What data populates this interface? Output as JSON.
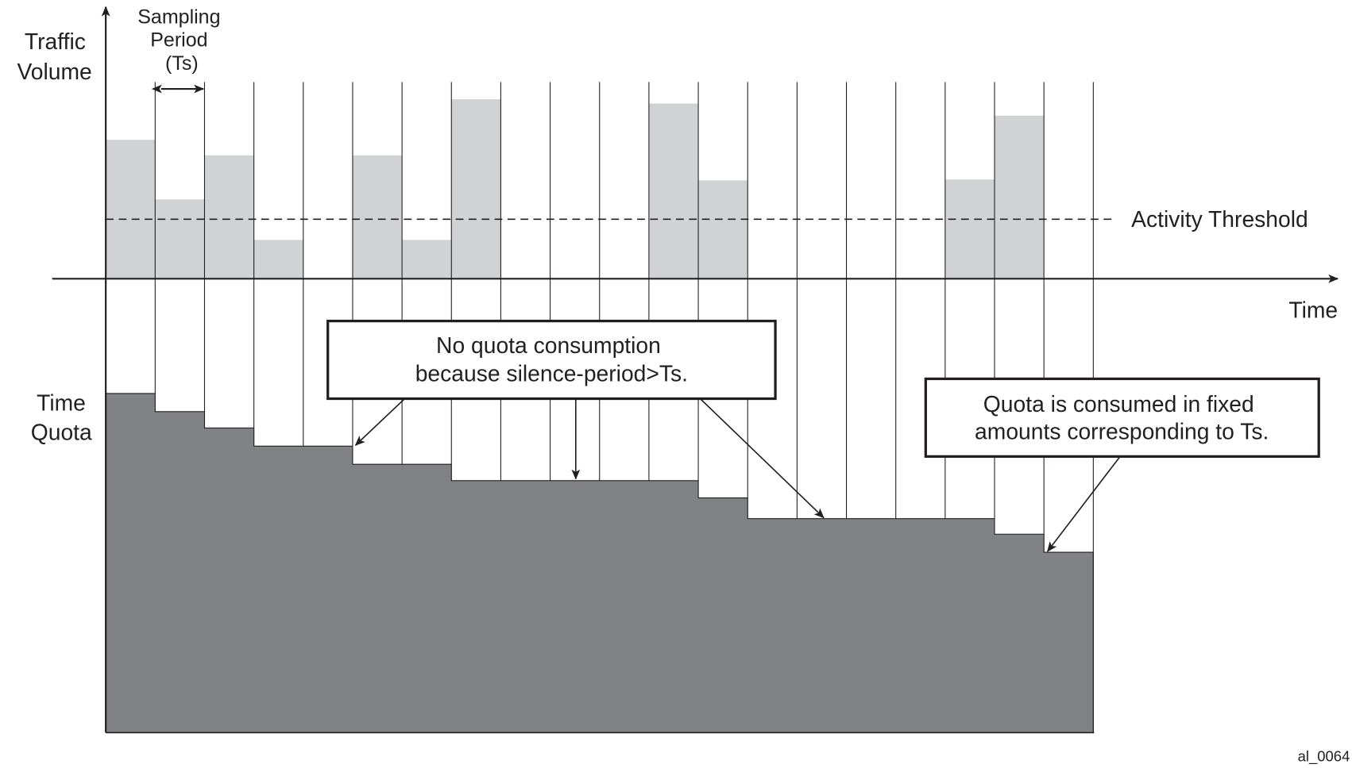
{
  "labels": {
    "y_axis_top": [
      "Traffic",
      "Volume"
    ],
    "sampling": [
      "Sampling",
      "Period",
      "(Ts)"
    ],
    "threshold": "Activity Threshold",
    "x_axis": "Time",
    "y_axis_bottom": [
      "Time",
      "Quota"
    ],
    "callout1": [
      "No quota consumption",
      "because silence-period>Ts."
    ],
    "callout2": [
      "Quota is consumed in fixed",
      "amounts corresponding to Ts."
    ],
    "figure_id": "al_0064"
  },
  "colors": {
    "traffic": "#d1d2d4",
    "quota": "#808285",
    "line": "#231f20"
  },
  "chart_data": {
    "type": "bar",
    "periods": 20,
    "activity_threshold": 69,
    "traffic_volume": [
      161,
      92,
      143,
      45,
      0,
      143,
      45,
      208,
      0,
      0,
      0,
      203,
      114,
      0,
      0,
      0,
      0,
      115,
      189,
      0
    ],
    "time_quota": [
      393,
      372,
      353,
      332,
      332,
      311,
      311,
      292,
      292,
      292,
      292,
      292,
      272,
      248,
      248,
      248,
      248,
      248,
      230,
      209
    ]
  }
}
